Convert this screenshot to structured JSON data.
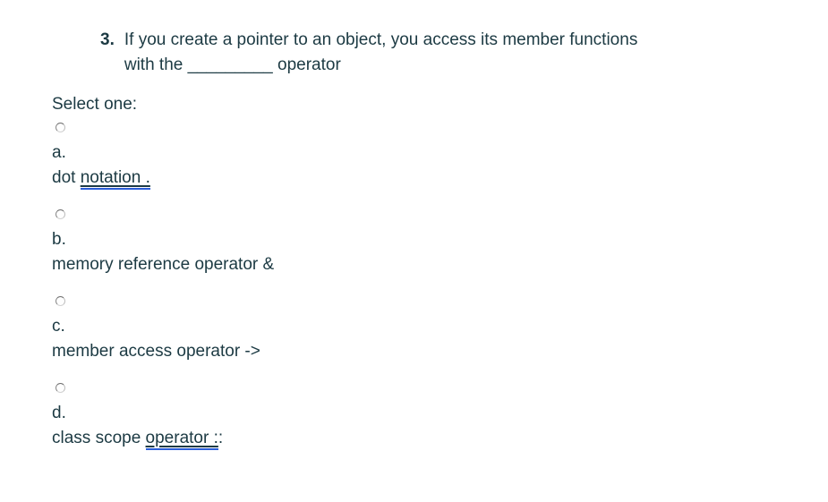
{
  "question": {
    "number": "3.",
    "lines": [
      "If you create a pointer to an object, you access its member functions",
      "with the _________ operator"
    ]
  },
  "prompt": "Select one:",
  "options": [
    {
      "letter": "a.",
      "text_prefix": "dot ",
      "text_underlined": "notation .",
      "text_suffix": "",
      "selected": false
    },
    {
      "letter": "b.",
      "text_prefix": "memory reference operator &",
      "text_underlined": "",
      "text_suffix": "",
      "selected": false
    },
    {
      "letter": "c.",
      "text_prefix": "member access operator ->",
      "text_underlined": "",
      "text_suffix": "",
      "selected": false
    },
    {
      "letter": "d.",
      "text_prefix": "class scope ",
      "text_underlined": "operator :",
      "text_suffix": ":",
      "selected": false
    }
  ],
  "colors": {
    "text": "#1c3a43",
    "link_underline": "#2b5dd8"
  }
}
